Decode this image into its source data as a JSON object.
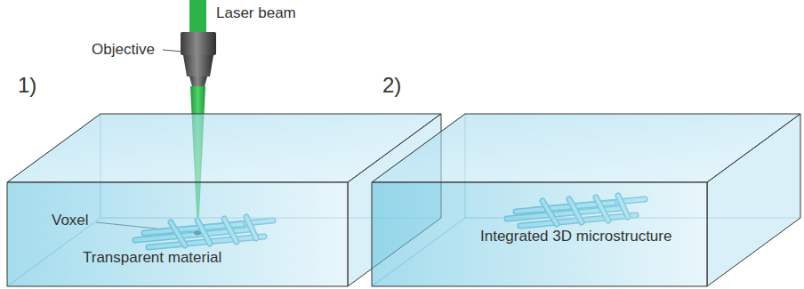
{
  "diagram": {
    "nodes": [
      {
        "text": [
          "Transparent material"
        ]
      },
      {
        "text": [
          "Integrated 3D microstructure"
        ]
      }
    ],
    "labels": [
      "Laser beam",
      "Objective",
      "1)",
      "Voxel",
      "2)"
    ]
  }
}
